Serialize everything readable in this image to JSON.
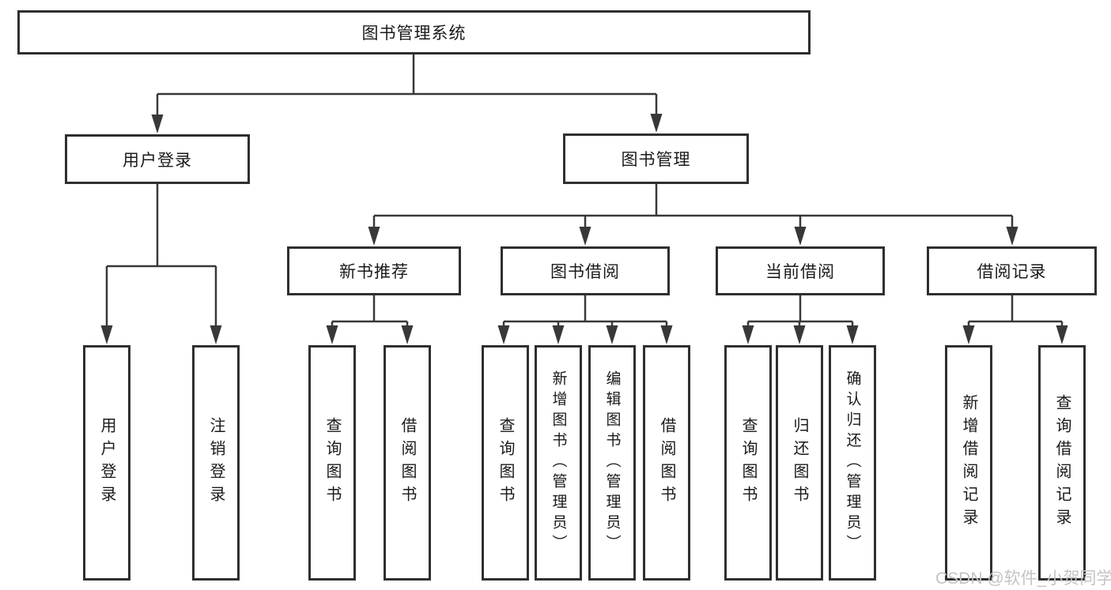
{
  "diagram_title": "图书管理系统",
  "tree": {
    "root": {
      "label": "图书管理系统"
    },
    "branches": [
      {
        "label": "用户登录",
        "leaves": [
          {
            "label": "用户登录"
          },
          {
            "label": "注销登录"
          }
        ]
      },
      {
        "label": "图书管理",
        "groups": [
          {
            "label": "新书推荐",
            "leaves": [
              {
                "label": "查询图书"
              },
              {
                "label": "借阅图书"
              }
            ]
          },
          {
            "label": "图书借阅",
            "leaves": [
              {
                "label": "查询图书"
              },
              {
                "label": "新增图书（管理员）"
              },
              {
                "label": "编辑图书（管理员）"
              },
              {
                "label": "借阅图书"
              }
            ]
          },
          {
            "label": "当前借阅",
            "leaves": [
              {
                "label": "查询图书"
              },
              {
                "label": "归还图书"
              },
              {
                "label": "确认归还（管理员）"
              }
            ]
          },
          {
            "label": "借阅记录",
            "leaves": [
              {
                "label": "新增借阅记录"
              },
              {
                "label": "查询借阅记录"
              }
            ]
          }
        ]
      }
    ]
  },
  "watermark": {
    "text": "CSDN @软件_小贺同学"
  },
  "colors": {
    "line": "#383838",
    "border": "#2f2f2f",
    "text": "#1a1a1a",
    "watermark": "#c4c4c4",
    "bg": "#ffffff"
  }
}
